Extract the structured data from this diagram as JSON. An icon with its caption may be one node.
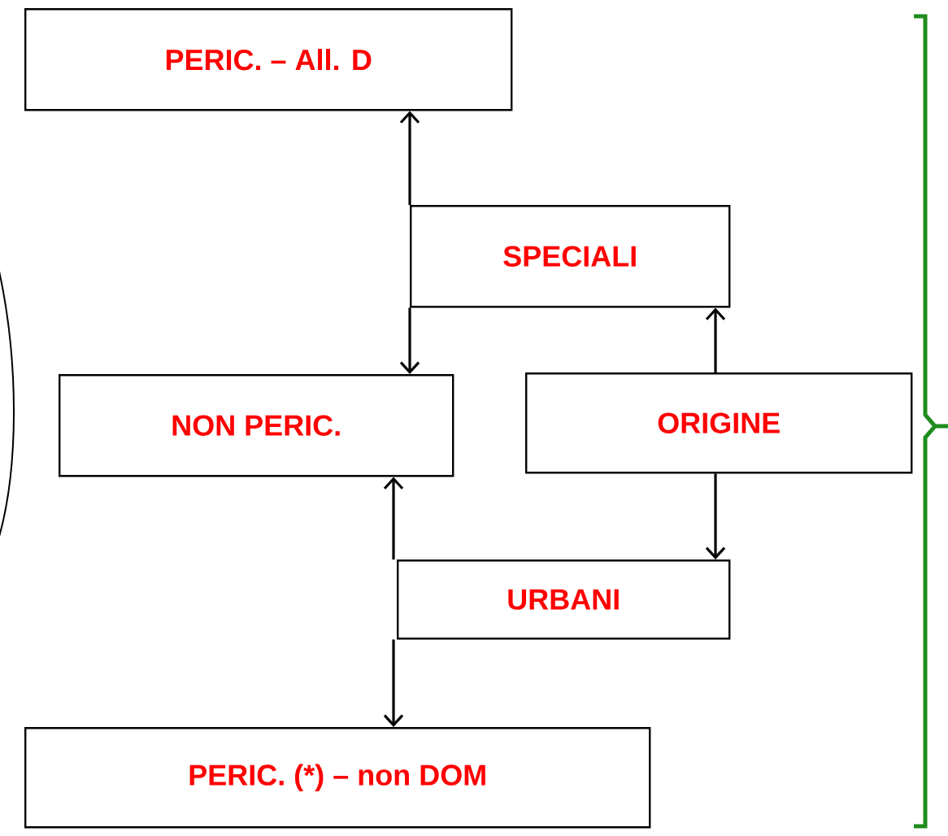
{
  "diagram": {
    "nodes": [
      {
        "text": [
          "PERIC. – All. D"
        ]
      },
      {
        "text": [
          "SPECIALI"
        ]
      },
      {
        "text": [
          "NON PERIC."
        ]
      },
      {
        "text": [
          "ORIGINE"
        ]
      },
      {
        "text": [
          "URBANI"
        ]
      },
      {
        "text": [
          "PERIC. (*) – non DOM"
        ]
      }
    ],
    "edges": [
      {
        "from": 1,
        "to": 0,
        "arrow": "to"
      },
      {
        "from": 1,
        "to": 2,
        "arrow": "to"
      },
      {
        "from": 3,
        "to": 1,
        "arrow": "to"
      },
      {
        "from": 3,
        "to": 4,
        "arrow": "to"
      },
      {
        "from": 4,
        "to": 2,
        "arrow": "to"
      },
      {
        "from": 4,
        "to": 5,
        "arrow": "to"
      }
    ]
  }
}
